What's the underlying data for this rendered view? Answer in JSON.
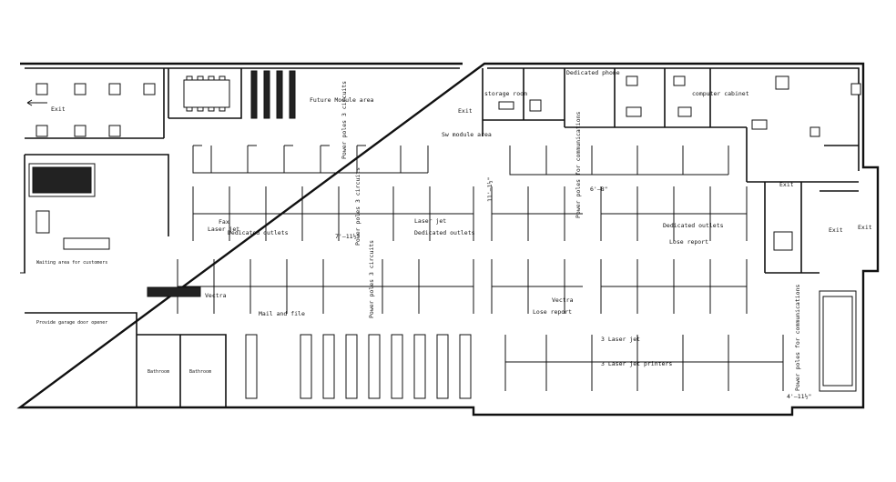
{
  "labels": {
    "exit": "Exit",
    "future_module_area": "Future Module area",
    "storage_room": "storage room",
    "dedicated_phone": "Dedicated phone",
    "computer_cabinet": "computer cabinet",
    "sw_module_area": "Sw module area",
    "power_poles_3_circuits": "Power poles 3 circuits",
    "power_poles_comm": "Power poles for communications",
    "dedicated_outlets": "Dedicated outlets",
    "laser_jet": "Laser jet",
    "fax": "Fax",
    "lose_report": "Lose report",
    "vectra": "Vectra",
    "mail_and_file": "Mail and file",
    "three_laser_jet": "3 Laser jet",
    "three_laser_jet_printers": "3 Laser jet printers",
    "bathroom": "Bathroom",
    "waiting_area": "Waiting area for customers",
    "provide_garage_door_opener": "Provide garage door opener",
    "dim_7ft": "7'—11½\"",
    "dim_11ft": "11'—1½\"",
    "dim_6ft": "6'—8\"",
    "dim_4ft": "4'—11½\""
  }
}
